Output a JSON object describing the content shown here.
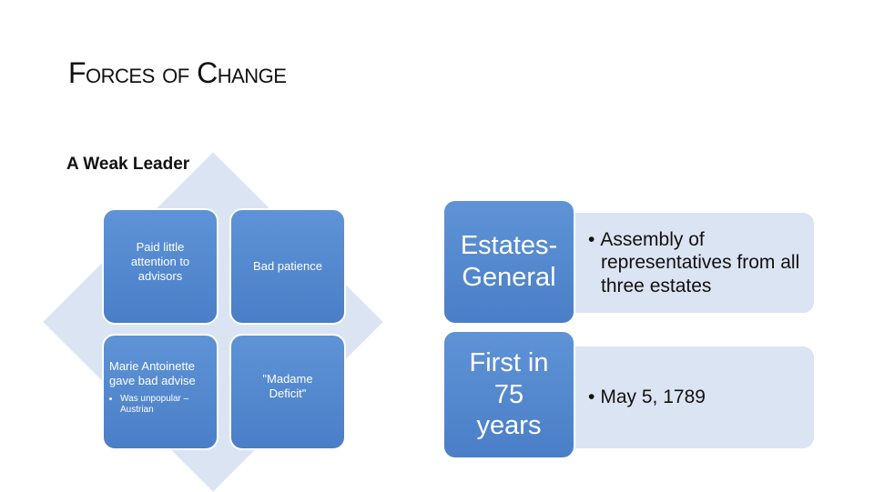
{
  "title": "Forces of Change",
  "subtitle": "A Weak Leader",
  "matrix": {
    "top_left": "Paid little attention to advisors",
    "top_right": "Bad patience",
    "bottom_left": "Marie Antoinette gave bad advise",
    "bottom_left_bullet": "Was unpopular – Austrian",
    "bottom_right": "\"Madame Deficit\""
  },
  "list": [
    {
      "label": "Estates-General",
      "bullet": "Assembly of representatives from all three estates"
    },
    {
      "label": "First in 75 years",
      "bullet": "May 5, 1789"
    }
  ],
  "colors": {
    "accent": "#4a7fc8",
    "light": "#dbe4f2"
  }
}
